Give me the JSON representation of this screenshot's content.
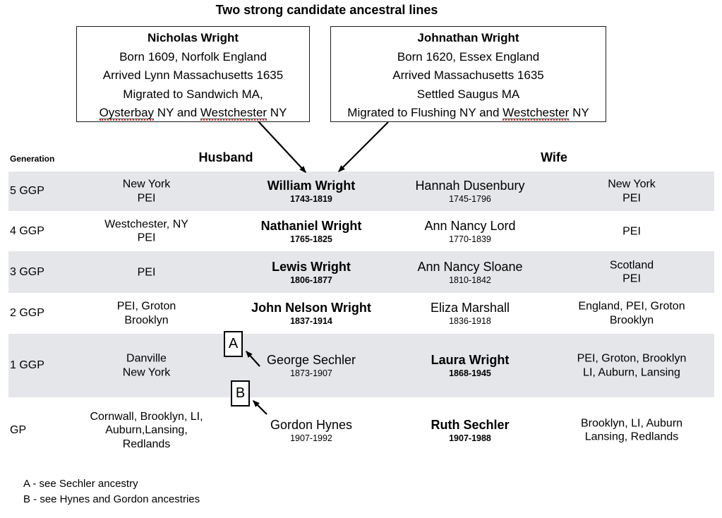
{
  "title": "Two strong candidate ancestral lines",
  "ancestor_boxes": {
    "nicholas": {
      "name": "Nicholas Wright",
      "line2": "Born 1609, Norfolk England",
      "line3": "Arrived Lynn Massachusetts 1635",
      "line4": "Migrated to Sandwich MA,",
      "line5": {
        "p1": "Oysterbay",
        "p2": " NY and ",
        "p3": "Westchester",
        "p4": " NY"
      }
    },
    "johnathan": {
      "name": "Johnathan Wright",
      "line2": "Born 1620, Essex England",
      "line3": "Arrived Massachusetts 1635",
      "line4": "Settled Saugus MA",
      "line5": {
        "p1": "Migrated to  Flushing NY and ",
        "p2": "Westchester",
        "p3": " NY"
      }
    }
  },
  "table": {
    "headers": {
      "generation": "Generation",
      "husband": "Husband",
      "wife": "Wife"
    },
    "rows": [
      {
        "generation": "5 GGP",
        "husband_places": "New York\nPEI",
        "husband_name": "William Wright",
        "husband_dates": "1743-1819",
        "wife_name": "Hannah Dusenbury",
        "wife_dates": "1745-1796",
        "wife_places": "New York\nPEI"
      },
      {
        "generation": "4 GGP",
        "husband_places": "Westchester, NY\nPEI",
        "husband_name": "Nathaniel Wright",
        "husband_dates": "1765-1825",
        "wife_name": "Ann Nancy Lord",
        "wife_dates": "1770-1839",
        "wife_places": "PEI"
      },
      {
        "generation": "3 GGP",
        "husband_places": "PEI",
        "husband_name": "Lewis Wright",
        "husband_dates": "1806-1877",
        "wife_name": "Ann Nancy Sloane",
        "wife_dates": "1810-1842",
        "wife_places": "Scotland\nPEI"
      },
      {
        "generation": "2 GGP",
        "husband_places": "PEI, Groton\nBrooklyn",
        "husband_name": "John Nelson Wright",
        "husband_dates": "1837-1914",
        "wife_name": "Eliza Marshall",
        "wife_dates": "1836-1918",
        "wife_places": "England, PEI, Groton\nBrooklyn"
      },
      {
        "generation": "1 GGP",
        "husband_places": "Danville\nNew York",
        "husband_name": "George Sechler",
        "husband_dates": "1873-1907",
        "wife_name": "Laura Wright",
        "wife_dates": "1868-1945",
        "wife_places": "PEI, Groton, Brooklyn\nLI, Auburn, Lansing"
      },
      {
        "generation": "GP",
        "husband_places": "Cornwall, Brooklyn, LI,\nAuburn,Lansing,\nRedlands",
        "husband_name": "Gordon Hynes",
        "husband_dates": "1907-1992",
        "wife_name": "Ruth Sechler",
        "wife_dates": "1907-1988",
        "wife_places": "Brooklyn, LI, Auburn\nLansing, Redlands"
      }
    ]
  },
  "markers": {
    "a_label": "A",
    "b_label": "B"
  },
  "footnotes": {
    "a": "A - see Sechler ancestry",
    "b": "B - see Hynes and Gordon ancestries"
  },
  "colors": {
    "row_shade": "#e4e6e9",
    "spellcheck_red": "#e53935",
    "arrow": "#000000"
  }
}
